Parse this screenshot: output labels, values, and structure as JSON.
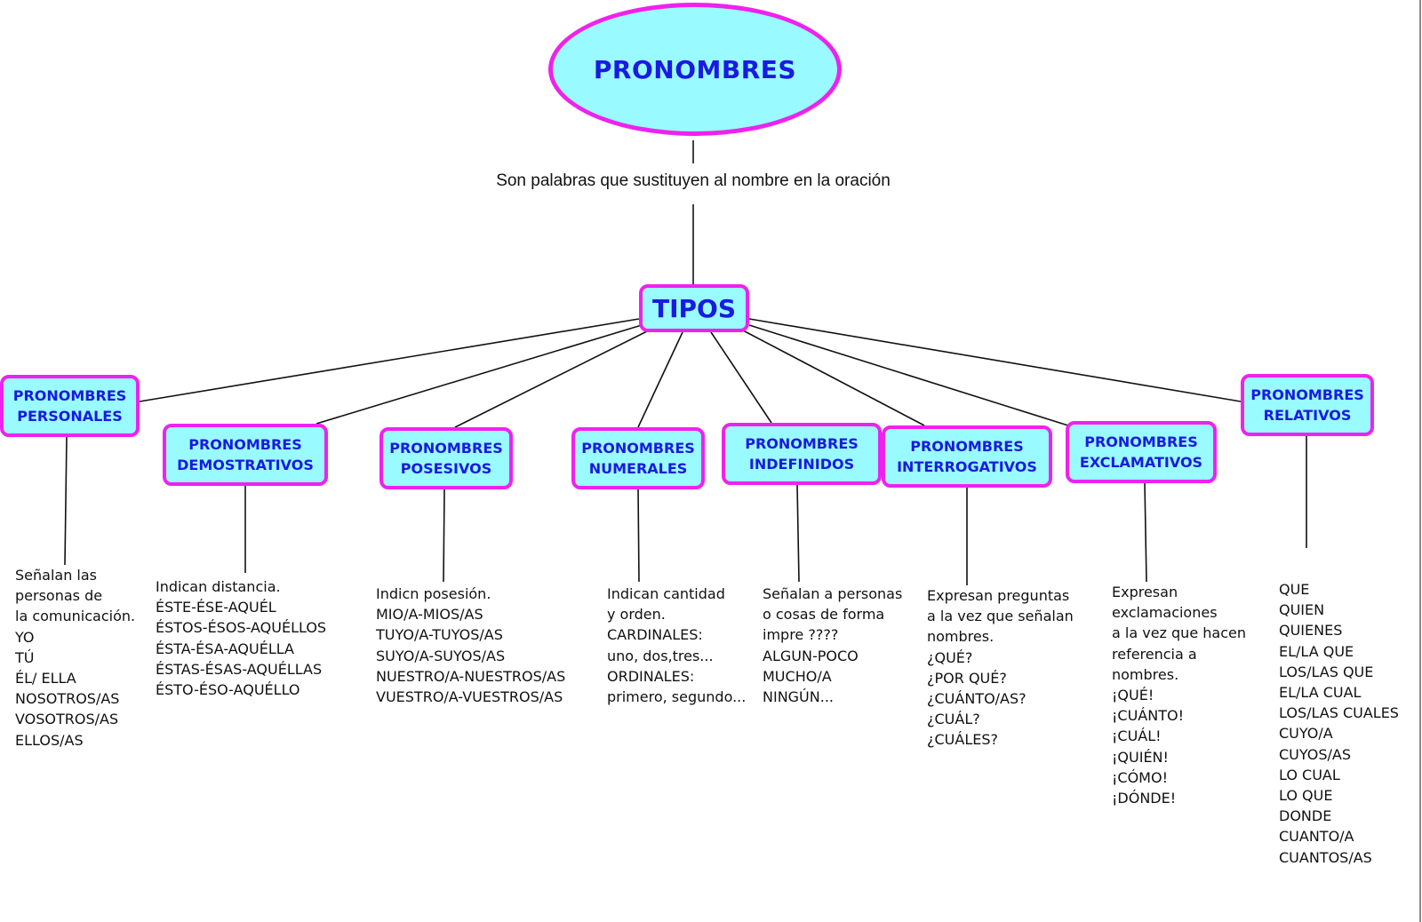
{
  "diagram": {
    "title": "PRONOMBRES",
    "definition": "Son palabras que sustituyen al nombre en la oración",
    "hub": "TIPOS",
    "colors": {
      "node_fill": "#99fbff",
      "node_border": "#ee22ee",
      "node_text": "#1a1ae0",
      "line": "#111111"
    },
    "types": [
      {
        "label_line1": "PRONOMBRES",
        "label_line2": "PERSONALES",
        "description": [
          "Señalan las",
          "personas de",
          "la comunicación.",
          "YO",
          "TÚ",
          "ÉL/ ELLA",
          "NOSOTROS/AS",
          "VOSOTROS/AS",
          "ELLOS/AS"
        ]
      },
      {
        "label_line1": "PRONOMBRES",
        "label_line2": "DEMOSTRATIVOS",
        "description": [
          "Indican distancia.",
          "ÉSTE-ÉSE-AQUÉL",
          "ÉSTOS-ÉSOS-AQUÉLLOS",
          "ÉSTA-ÉSA-AQUÉLLA",
          "ÉSTAS-ÉSAS-AQUÉLLAS",
          "ÉSTO-ÉSO-AQUÉLLO"
        ]
      },
      {
        "label_line1": "PRONOMBRES",
        "label_line2": "POSESIVOS",
        "description": [
          "Indicn posesión.",
          "MIO/A-MIOS/AS",
          "TUYO/A-TUYOS/AS",
          "SUYO/A-SUYOS/AS",
          "NUESTRO/A-NUESTROS/AS",
          "VUESTRO/A-VUESTROS/AS"
        ]
      },
      {
        "label_line1": "PRONOMBRES",
        "label_line2": "NUMERALES",
        "description": [
          "Indican cantidad",
          "y orden.",
          "CARDINALES:",
          "uno, dos,tres...",
          "ORDINALES:",
          "primero, segundo..."
        ]
      },
      {
        "label_line1": "PRONOMBRES",
        "label_line2": "INDEFINIDOS",
        "description": [
          "Señalan a personas",
          "o cosas de forma",
          "impre ????",
          "ALGUN-POCO",
          "MUCHO/A",
          "NINGÚN..."
        ]
      },
      {
        "label_line1": "PRONOMBRES",
        "label_line2": "INTERROGATIVOS",
        "description": [
          "Expresan preguntas",
          "a la vez que señalan",
          "nombres.",
          "¿QUÉ?",
          "¿POR QUÉ?",
          "¿CUÁNTO/AS?",
          "¿CUÁL?",
          "¿CUÁLES?"
        ]
      },
      {
        "label_line1": "PRONOMBRES",
        "label_line2": "EXCLAMATIVOS",
        "description": [
          "Expresan",
          "exclamaciones",
          "a la vez que hacen",
          "referencia a",
          "nombres.",
          "¡QUÉ!",
          "¡CUÁNTO!",
          "¡CUÁL!",
          "¡QUIÉN!",
          "¡CÓMO!",
          "¡DÓNDE!"
        ]
      },
      {
        "label_line1": "PRONOMBRES",
        "label_line2": "RELATIVOS",
        "description": [
          "QUE",
          "QUIEN",
          "QUIENES",
          "EL/LA QUE",
          "LOS/LAS QUE",
          "EL/LA CUAL",
          "LOS/LAS CUALES",
          "CUYO/A",
          "CUYOS/AS",
          "LO CUAL",
          "LO QUE",
          "DONDE",
          "CUANTO/A",
          "CUANTOS/AS"
        ]
      }
    ]
  }
}
